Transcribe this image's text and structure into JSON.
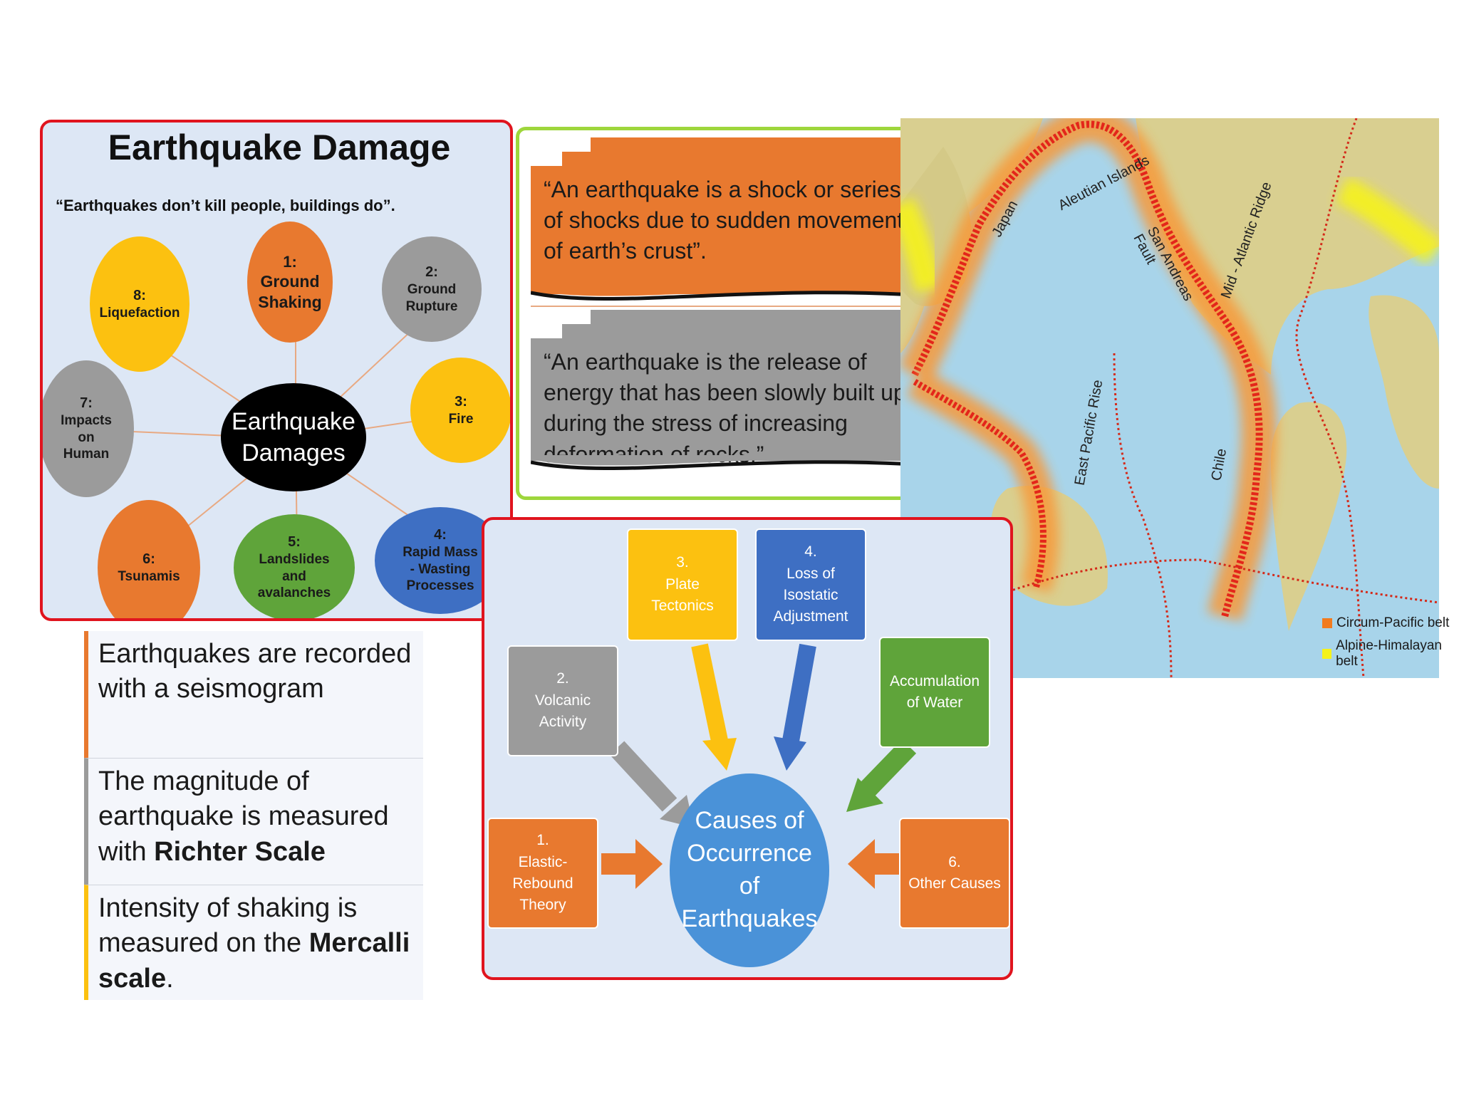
{
  "damage": {
    "title": "Earthquake Damage",
    "quote": "“Earthquakes don’t kill people, buildings do”.",
    "center_line1": "Earthquake",
    "center_line2": "Damages",
    "items": [
      {
        "num": "1:",
        "label": "Ground Shaking"
      },
      {
        "num": "2:",
        "label": "Ground Rupture"
      },
      {
        "num": "3:",
        "label": "Fire"
      },
      {
        "num": "4:",
        "label": "Rapid Mass - Wasting Processes"
      },
      {
        "num": "5:",
        "label": "Landslides and avalanches"
      },
      {
        "num": "6:",
        "label": "Tsunamis"
      },
      {
        "num": "7:",
        "label": "Impacts on Human"
      },
      {
        "num": "8:",
        "label": "Liquefaction"
      }
    ],
    "colors": {
      "orange": "#e8792f",
      "gray": "#9b9b9b",
      "yellow": "#fcc110",
      "green": "#5fa43a",
      "blue": "#3e6fc3",
      "border": "#e0141e"
    }
  },
  "definitions": {
    "def1": "“An earthquake is a shock or series of shocks due to sudden movement of earth’s crust”.",
    "def2": "“An earthquake is the release of energy that has been slowly built up, during the stress of increasing deformation of rocks.”",
    "border_color": "#9ed63c"
  },
  "map": {
    "labels": {
      "aleutian": "Aleutian Islands",
      "japan": "Japan",
      "san_andreas": "San Andreas Fault",
      "mid_atlantic": "Mid - Atlantic Ridge",
      "east_pacific": "East Pacific Rise",
      "chile": "Chile"
    },
    "legend": [
      {
        "label": "Circum-Pacific belt",
        "color": "#f27b1e"
      },
      {
        "label": "Alpine-Himalayan belt",
        "color": "#f5f21a"
      }
    ]
  },
  "measurement": {
    "row1": "Earthquakes are recorded with a seismogram",
    "row2_prefix": "The magnitude of earthquake is measured with ",
    "row2_bold": "Richter Scale",
    "row3_prefix": "Intensity of shaking is measured on the ",
    "row3_bold": "Mercalli scale",
    "row3_suffix": "."
  },
  "causes": {
    "center_lines": [
      "Causes of",
      "Occurrence",
      "of",
      "Earthquakes"
    ],
    "items": [
      {
        "num": "1.",
        "label": "Elastic-Rebound Theory"
      },
      {
        "num": "2.",
        "label": "Volcanic Activity"
      },
      {
        "num": "3.",
        "label": "Plate Tectonics"
      },
      {
        "num": "4.",
        "label": "Loss of Isostatic Adjustment"
      },
      {
        "num": "",
        "label": "Accumulation of Water"
      },
      {
        "num": "6.",
        "label": "Other Causes"
      }
    ]
  }
}
